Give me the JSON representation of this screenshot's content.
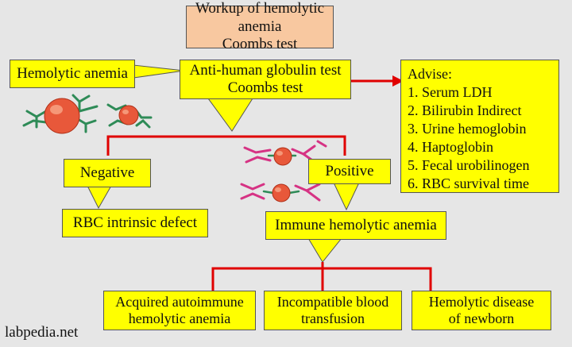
{
  "title": {
    "line1": "Workup of hemolytic anemia",
    "line2": "Coombs test"
  },
  "nodes": {
    "hemolytic_anemia": "Hemolytic anemia",
    "coombs_test": {
      "line1": "Anti-human globulin test",
      "line2": "Coombs test"
    },
    "negative": "Negative",
    "positive": "Positive",
    "rbc_intrinsic_defect": "RBC intrinsic defect",
    "immune_hemolytic_anemia": "Immune hemolytic anemia",
    "acquired_autoimmune": {
      "line1": "Acquired autoimmune",
      "line2": "hemolytic anemia"
    },
    "incompatible_transfusion": {
      "line1": "Incompatible blood",
      "line2": "transfusion"
    },
    "hemolytic_disease_newborn": {
      "line1": "Hemolytic disease",
      "line2": "of newborn"
    }
  },
  "advise": {
    "heading": "Advise:",
    "items": [
      "1. Serum LDH",
      "2. Bilirubin Indirect",
      "3. Urine hemoglobin",
      "4. Haptoglobin",
      "5. Fecal urobilinogen",
      "6. RBC survival time"
    ]
  },
  "credit": "labpedia.net",
  "colors": {
    "box_fill": "#ffff00",
    "title_fill": "#f8c8a0",
    "connector": "#e00000",
    "rbc": "#e8583a",
    "antibody_green": "#2e8b57",
    "antibody_magenta": "#d63384",
    "background": "#e6e6e6"
  }
}
